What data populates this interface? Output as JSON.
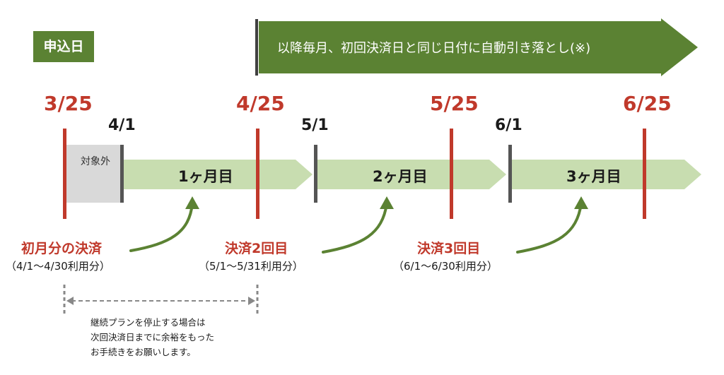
{
  "header": {
    "apply_label": "申込日",
    "banner_text": "以降毎月、初回決済日と同じ日付に自動引き落とし(※)"
  },
  "colors": {
    "accent_green": "#5b8233",
    "light_green": "#c8ddb0",
    "red": "#c0392b",
    "gray": "#d9d9d9",
    "dark": "#404040"
  },
  "billing_dates": [
    "3/25",
    "4/25",
    "5/25",
    "6/25"
  ],
  "period_starts": [
    "4/1",
    "5/1",
    "6/1"
  ],
  "excluded_label": "対象外",
  "months": [
    "1ヶ月目",
    "2ヶ月目",
    "3ヶ月目"
  ],
  "payments": [
    {
      "title": "初月分の決済",
      "sub": "（4/1〜4/30利用分）"
    },
    {
      "title": "決済2回目",
      "sub": "（5/1〜5/31利用分）"
    },
    {
      "title": "決済3回目",
      "sub": "（6/1〜6/30利用分）"
    }
  ],
  "note_lines": [
    "継続プランを停止する場合は",
    "次回決済日までに余裕をもった",
    "お手続きをお願いします。"
  ]
}
